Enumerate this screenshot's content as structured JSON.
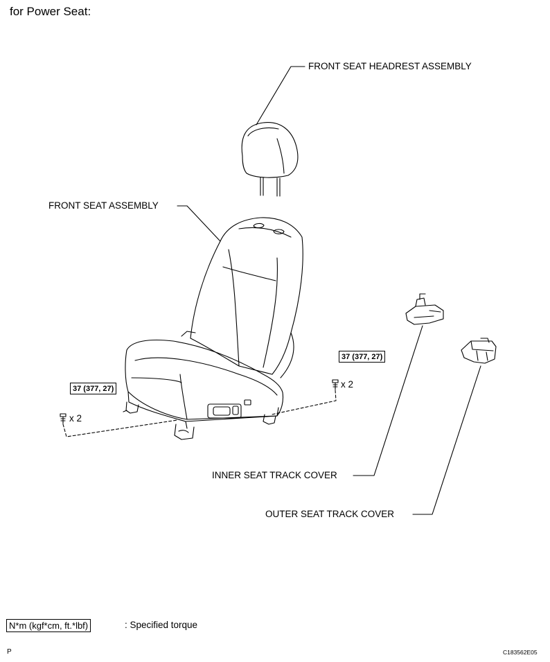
{
  "title": "for Power Seat:",
  "labels": {
    "headrest": "FRONT SEAT HEADREST ASSEMBLY",
    "seat": "FRONT SEAT ASSEMBLY",
    "inner_cover": "INNER SEAT TRACK COVER",
    "outer_cover": "OUTER SEAT TRACK COVER"
  },
  "torque": {
    "left": "37 (377, 27)",
    "right": "37 (377, 27)"
  },
  "bolt_qty": {
    "left": "x 2",
    "right": "x 2"
  },
  "legend": {
    "unit": "N*m (kgf*cm, ft.*lbf)",
    "description": ": Specified torque"
  },
  "footer": {
    "left_mark": "P",
    "figure_id": "C183562E05"
  }
}
